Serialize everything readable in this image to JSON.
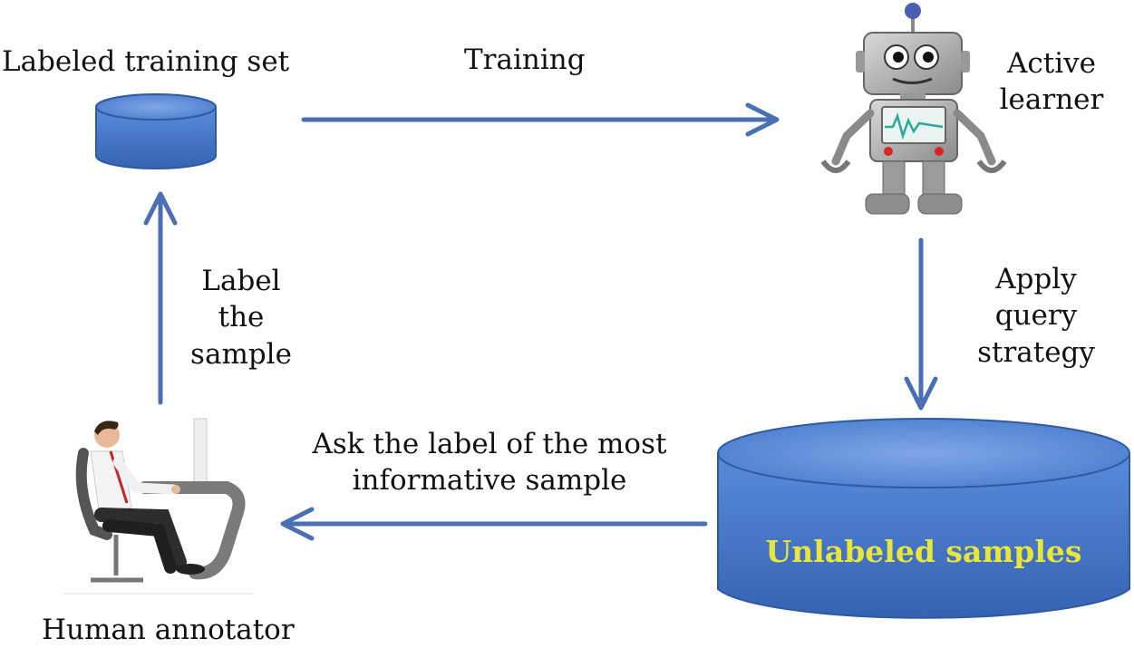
{
  "labels": {
    "labeled_set": "Labeled training set",
    "training": "Training",
    "active_learner": [
      "Active",
      "learner"
    ],
    "apply_query": [
      "Apply",
      "query",
      "strategy"
    ],
    "label_sample": [
      "Label",
      "the",
      "sample"
    ],
    "ask_label": [
      "Ask the label of the most",
      "informative sample"
    ],
    "unlabeled_samples": "Unlabeled samples",
    "human_annotator": "Human annotator"
  },
  "colors": {
    "arrow": "#4a6fb5",
    "db_fill": "#4a7ccd",
    "db_top": "#6f9be0",
    "highlight_text": "#e8e63a"
  },
  "icons": {
    "robot": "robot-icon",
    "person": "person-at-desk-icon",
    "database_small": "database-icon",
    "database_large": "database-icon"
  }
}
